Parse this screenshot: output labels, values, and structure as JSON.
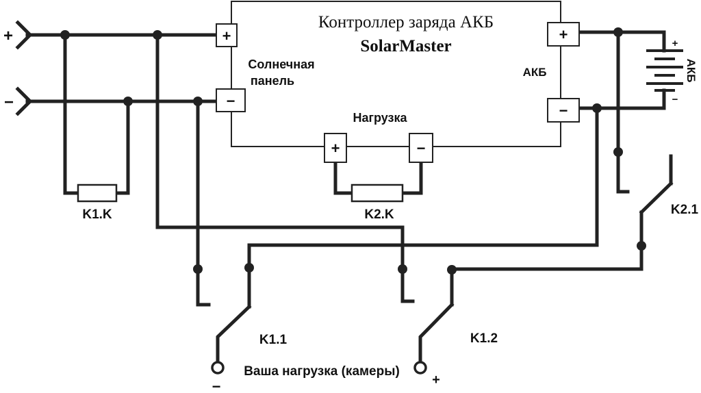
{
  "controller": {
    "title": "Контроллер заряда АКБ",
    "brand": "SolarMaster",
    "solar_label_1": "Солнечная",
    "solar_label_2": "панель",
    "battery_label": "АКБ",
    "load_label": "Нагрузка"
  },
  "terminals": {
    "plus": "+",
    "minus": "−"
  },
  "inputs": {
    "plus": "+",
    "minus": "−"
  },
  "battery": {
    "label": "АКБ",
    "plus": "+",
    "minus": "−"
  },
  "relays": {
    "k1_coil": "K1.K",
    "k2_coil": "K2.K",
    "k1_1": "K1.1",
    "k1_2": "K1.2",
    "k2_1": "K2.1"
  },
  "output": {
    "label": "Ваша нагрузка (камеры)",
    "minus": "−",
    "plus": "+"
  }
}
